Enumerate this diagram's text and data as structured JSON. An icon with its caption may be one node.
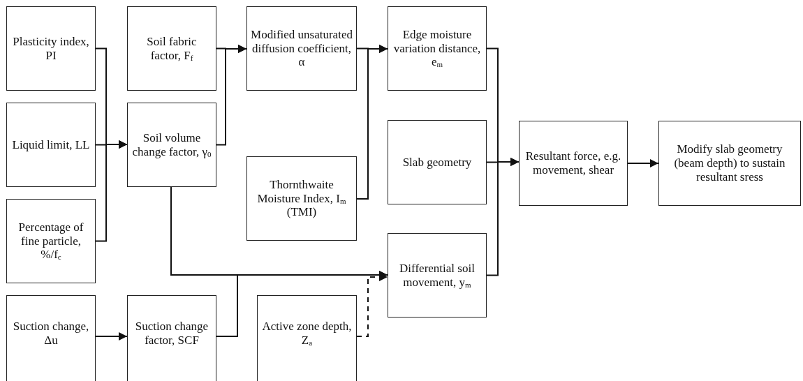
{
  "diagram": {
    "nodes": [
      {
        "text": [
          "Plasticity index, PI"
        ]
      },
      {
        "text": [
          "Soil fabric factor, F$_{f}$"
        ]
      },
      {
        "text": [
          "Modified unsaturated diffusion coefficient, α"
        ]
      },
      {
        "text": [
          "Edge moisture variation distance, e$_{m}$"
        ]
      },
      {
        "text": [
          "Liquid limit, LL"
        ]
      },
      {
        "text": [
          "Soil volume change factor, γ$_{0}$"
        ]
      },
      {
        "text": [
          "Slab geometry"
        ]
      },
      {
        "text": [
          "Resultant force, e.g. movement, shear"
        ]
      },
      {
        "text": [
          "Modify slab geometry (beam depth) to sustain resultant sress"
        ]
      },
      {
        "text": [
          "Thornthwaite Moisture Index, I$_{m}$ (TMI)"
        ]
      },
      {
        "text": [
          "Percentage of fine particle, %/f$_{c}$"
        ]
      },
      {
        "text": [
          "Differential soil movement, y$_{m}$"
        ]
      },
      {
        "text": [
          "Suction change, Δu"
        ]
      },
      {
        "text": [
          "Suction change factor, SCF"
        ]
      },
      {
        "text": [
          "Active zone depth, Z$_{a}$"
        ]
      }
    ],
    "edges": [
      {
        "from": 0,
        "to": 5,
        "arrow": "to"
      },
      {
        "from": 4,
        "to": 5,
        "arrow": "to"
      },
      {
        "from": 10,
        "to": 5,
        "arrow": "to"
      },
      {
        "from": 1,
        "to": 2,
        "arrow": "to"
      },
      {
        "from": 5,
        "to": 2,
        "arrow": "to"
      },
      {
        "from": 2,
        "to": 3,
        "arrow": "to"
      },
      {
        "from": 9,
        "to": 3,
        "arrow": "to"
      },
      {
        "from": 3,
        "to": 7,
        "arrow": "to"
      },
      {
        "from": 6,
        "to": 7,
        "arrow": "to"
      },
      {
        "from": 11,
        "to": 7,
        "arrow": "to"
      },
      {
        "from": 7,
        "to": 8,
        "arrow": "to"
      },
      {
        "from": 12,
        "to": 13,
        "arrow": "to"
      },
      {
        "from": 5,
        "to": 11,
        "arrow": "to"
      },
      {
        "from": 13,
        "to": 11,
        "arrow": "to"
      },
      {
        "from": 14,
        "to": 11,
        "arrow": "to",
        "style": "dashed"
      }
    ]
  }
}
